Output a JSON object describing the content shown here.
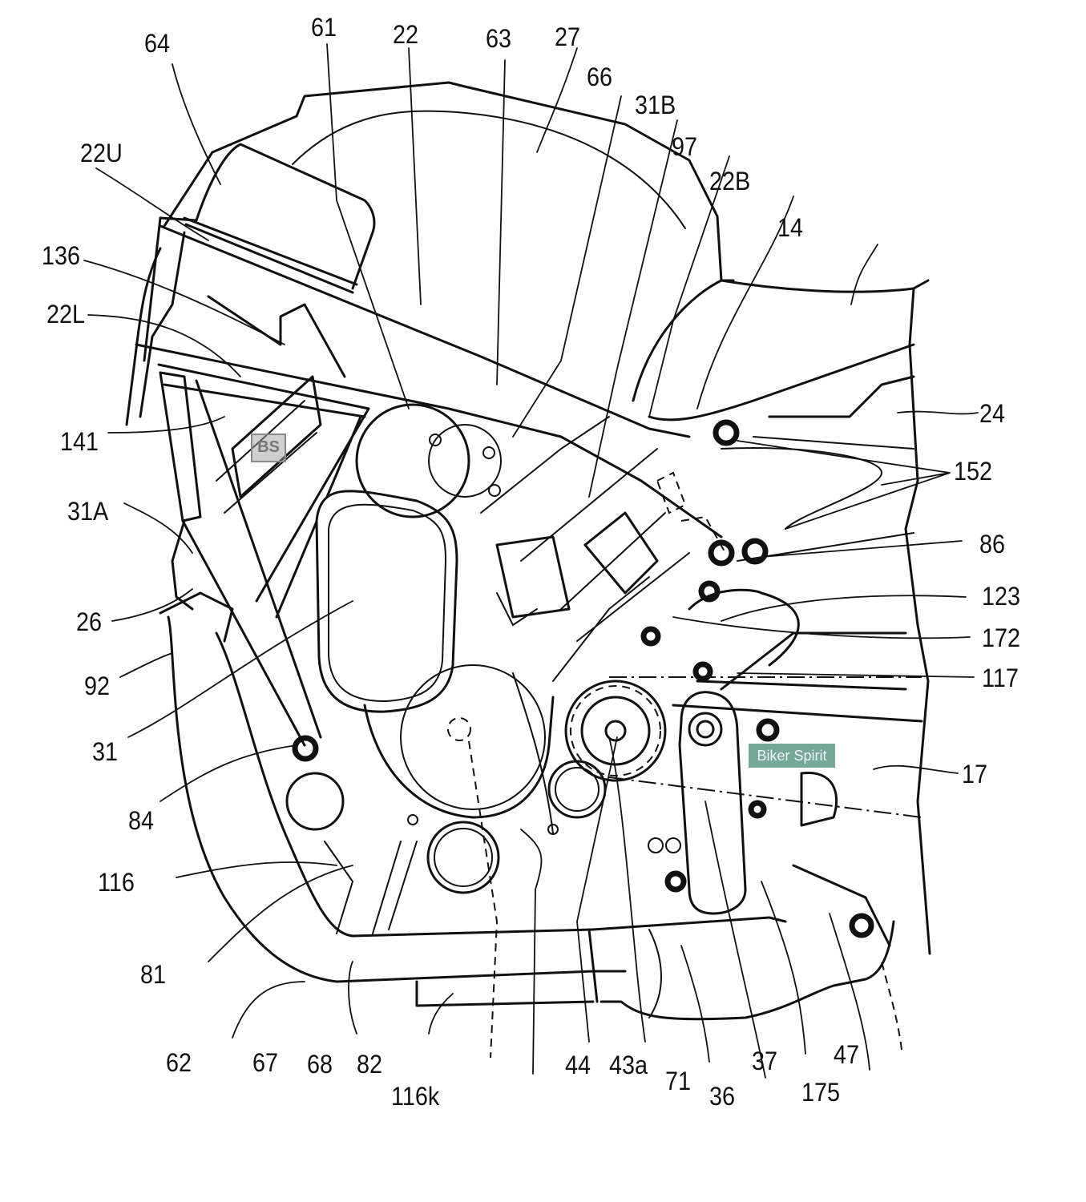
{
  "figure": {
    "type": "patent-drawing",
    "subject": "motorcycle engine and frame side view",
    "background": "#ffffff",
    "line_color": "#111111"
  },
  "labels": [
    {
      "id": "64",
      "text": "64"
    },
    {
      "id": "61",
      "text": "61"
    },
    {
      "id": "22",
      "text": "22"
    },
    {
      "id": "63",
      "text": "63"
    },
    {
      "id": "27",
      "text": "27"
    },
    {
      "id": "66",
      "text": "66"
    },
    {
      "id": "31B",
      "text": "31B"
    },
    {
      "id": "97",
      "text": "97"
    },
    {
      "id": "22B",
      "text": "22B"
    },
    {
      "id": "14",
      "text": "14"
    },
    {
      "id": "22U",
      "text": "22U"
    },
    {
      "id": "136",
      "text": "136"
    },
    {
      "id": "22L",
      "text": "22L"
    },
    {
      "id": "141",
      "text": "141"
    },
    {
      "id": "31A",
      "text": "31A"
    },
    {
      "id": "26",
      "text": "26"
    },
    {
      "id": "92",
      "text": "92"
    },
    {
      "id": "31",
      "text": "31"
    },
    {
      "id": "84",
      "text": "84"
    },
    {
      "id": "116",
      "text": "116"
    },
    {
      "id": "81",
      "text": "81"
    },
    {
      "id": "62",
      "text": "62"
    },
    {
      "id": "67",
      "text": "67"
    },
    {
      "id": "68",
      "text": "68"
    },
    {
      "id": "82",
      "text": "82"
    },
    {
      "id": "116k",
      "text": "116k"
    },
    {
      "id": "44",
      "text": "44"
    },
    {
      "id": "43a",
      "text": "43a"
    },
    {
      "id": "71",
      "text": "71"
    },
    {
      "id": "36",
      "text": "36"
    },
    {
      "id": "37",
      "text": "37"
    },
    {
      "id": "175",
      "text": "175"
    },
    {
      "id": "47",
      "text": "47"
    },
    {
      "id": "24",
      "text": "24"
    },
    {
      "id": "152",
      "text": "152"
    },
    {
      "id": "86",
      "text": "86"
    },
    {
      "id": "123",
      "text": "123"
    },
    {
      "id": "172",
      "text": "172"
    },
    {
      "id": "117",
      "text": "117"
    },
    {
      "id": "17",
      "text": "17"
    }
  ],
  "watermarks": {
    "biker_spirit": "Biker Spirit",
    "bs_logo": "BS",
    "accent": "#5f9a86"
  }
}
